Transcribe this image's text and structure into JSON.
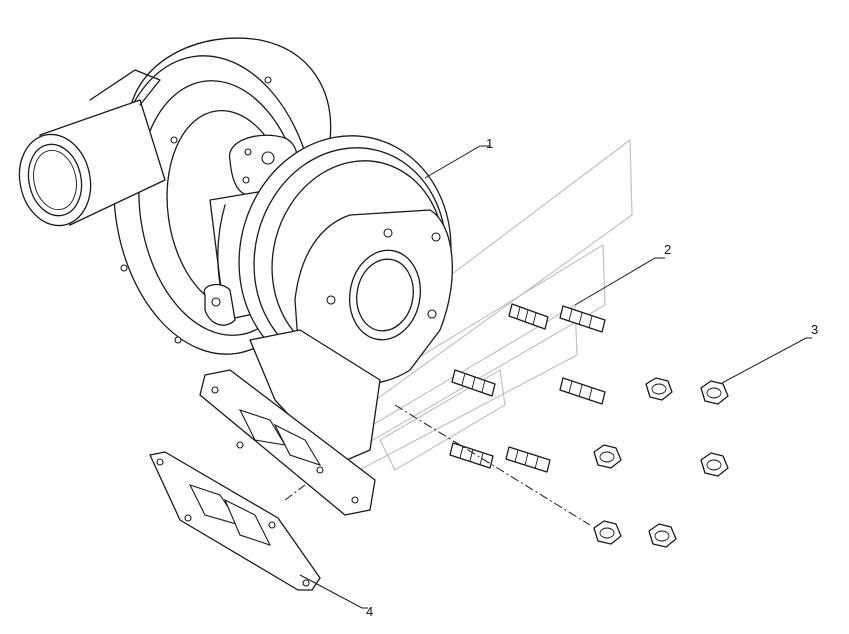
{
  "diagram": {
    "callouts": [
      {
        "number": "1"
      },
      {
        "number": "2"
      },
      {
        "number": "3"
      },
      {
        "number": "4"
      }
    ]
  }
}
